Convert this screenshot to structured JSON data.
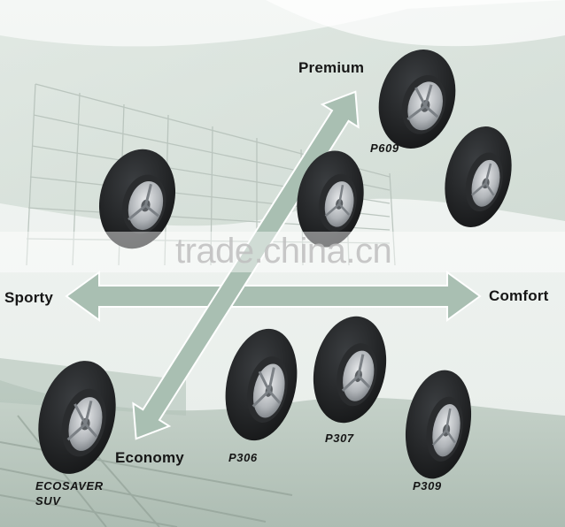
{
  "axes": {
    "top": "Premium",
    "bottom": "Economy",
    "left": "Sporty",
    "right": "Comfort"
  },
  "tires": [
    {
      "model": "P609"
    },
    {
      "model": "P306"
    },
    {
      "model": "P307"
    },
    {
      "model": "P309"
    },
    {
      "model": "ECOSAVER",
      "model_line2": "SUV"
    }
  ],
  "watermark": "trade.china.cn",
  "colors": {
    "arrow_fill": "#a9bfb2",
    "arrow_stroke": "#ffffff",
    "background_band": "#c5d3c9",
    "tire_rubber": "#202224",
    "rim_silver": "#b4b7ba"
  }
}
